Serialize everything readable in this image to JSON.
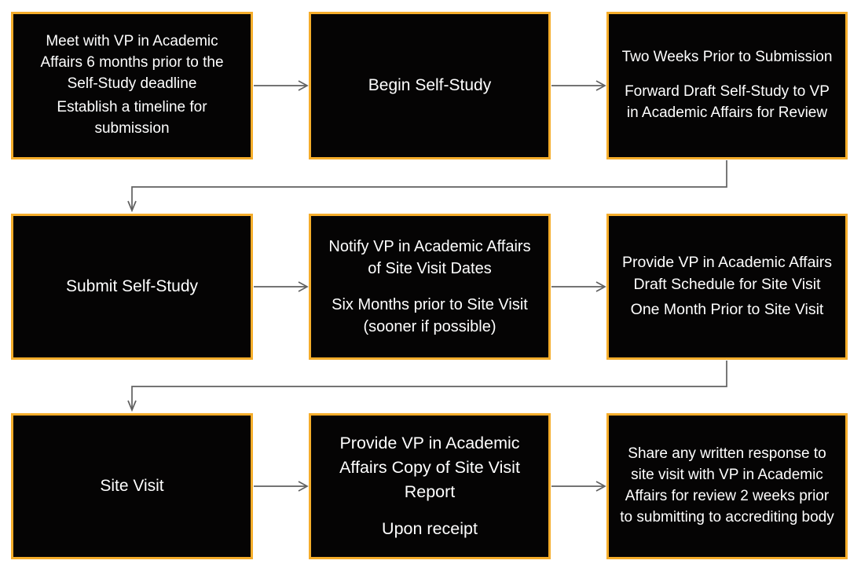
{
  "colors": {
    "background": "#FFFFFF",
    "box_fill": "#050404",
    "box_border": "#F5AD2B",
    "box_text": "#FFFFFF",
    "connector": "#616161"
  },
  "boxes": [
    {
      "id": "meet-with-vp",
      "paragraphs": [
        "Meet with VP in Academic Affairs 6 months prior to the Self-Study deadline",
        "Establish a timeline for submission"
      ]
    },
    {
      "id": "begin-self-study",
      "paragraphs": [
        "Begin Self-Study"
      ]
    },
    {
      "id": "forward-draft",
      "paragraphs": [
        "Two Weeks Prior to Submission",
        "Forward Draft Self-Study to VP in Academic Affairs for Review"
      ]
    },
    {
      "id": "submit-self-study",
      "paragraphs": [
        "Submit Self-Study"
      ]
    },
    {
      "id": "notify-site-visit-dates",
      "paragraphs": [
        "Notify VP in Academic Affairs of Site Visit Dates",
        "Six Months prior to Site Visit (sooner if possible)"
      ]
    },
    {
      "id": "draft-schedule",
      "paragraphs": [
        "Provide VP in Academic Affairs Draft Schedule for Site Visit",
        "One Month Prior to Site Visit"
      ]
    },
    {
      "id": "site-visit",
      "paragraphs": [
        "Site Visit"
      ]
    },
    {
      "id": "site-visit-report",
      "paragraphs": [
        "Provide VP in Academic Affairs Copy of Site Visit Report",
        "Upon receipt"
      ]
    },
    {
      "id": "written-response",
      "paragraphs": [
        "Share any written response to site visit with VP in Academic Affairs for review 2 weeks prior to submitting to accrediting body"
      ]
    }
  ],
  "connectors": [
    {
      "from": "meet-with-vp",
      "to": "begin-self-study",
      "type": "arrow-right"
    },
    {
      "from": "begin-self-study",
      "to": "forward-draft",
      "type": "arrow-right"
    },
    {
      "from": "forward-draft",
      "to": "submit-self-study",
      "type": "elbow-down-left"
    },
    {
      "from": "submit-self-study",
      "to": "notify-site-visit-dates",
      "type": "arrow-right"
    },
    {
      "from": "notify-site-visit-dates",
      "to": "draft-schedule",
      "type": "arrow-right"
    },
    {
      "from": "draft-schedule",
      "to": "site-visit",
      "type": "elbow-down-left"
    },
    {
      "from": "site-visit",
      "to": "site-visit-report",
      "type": "arrow-right"
    },
    {
      "from": "site-visit-report",
      "to": "written-response",
      "type": "arrow-right"
    }
  ]
}
